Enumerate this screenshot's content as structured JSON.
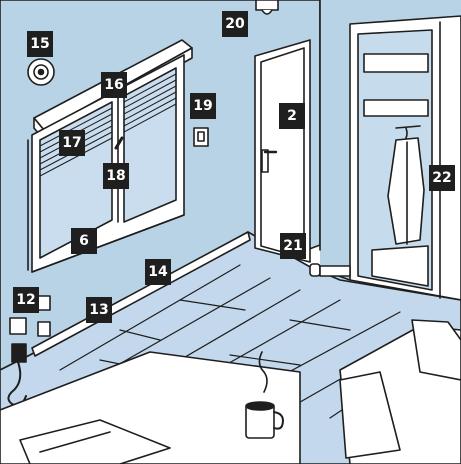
{
  "colors": {
    "wall": "#b9d3e6",
    "floor": "#c3d8ec",
    "outline": "#1e1e1e",
    "white": "#ffffff",
    "tag_bg": "#1f1f1f"
  },
  "icons": [
    "ceiling-sensor-icon",
    "wall-dial-icon",
    "roller-shutter-icon",
    "window-icon",
    "wall-switch-icon",
    "door-icon",
    "door-stopper-icon",
    "wardrobe-icon",
    "coat-icon",
    "power-socket-icon",
    "plug-cable-icon",
    "coffee-mug-icon",
    "table-icon",
    "sofa-icon"
  ],
  "callouts": [
    {
      "id": "callout-15",
      "label": "15"
    },
    {
      "id": "callout-20",
      "label": "20"
    },
    {
      "id": "callout-16",
      "label": "16"
    },
    {
      "id": "callout-19",
      "label": "19"
    },
    {
      "id": "callout-2",
      "label": "2"
    },
    {
      "id": "callout-17",
      "label": "17"
    },
    {
      "id": "callout-18",
      "label": "18"
    },
    {
      "id": "callout-22",
      "label": "22"
    },
    {
      "id": "callout-6",
      "label": "6"
    },
    {
      "id": "callout-21",
      "label": "21"
    },
    {
      "id": "callout-14",
      "label": "14"
    },
    {
      "id": "callout-12",
      "label": "12"
    },
    {
      "id": "callout-13",
      "label": "13"
    }
  ]
}
